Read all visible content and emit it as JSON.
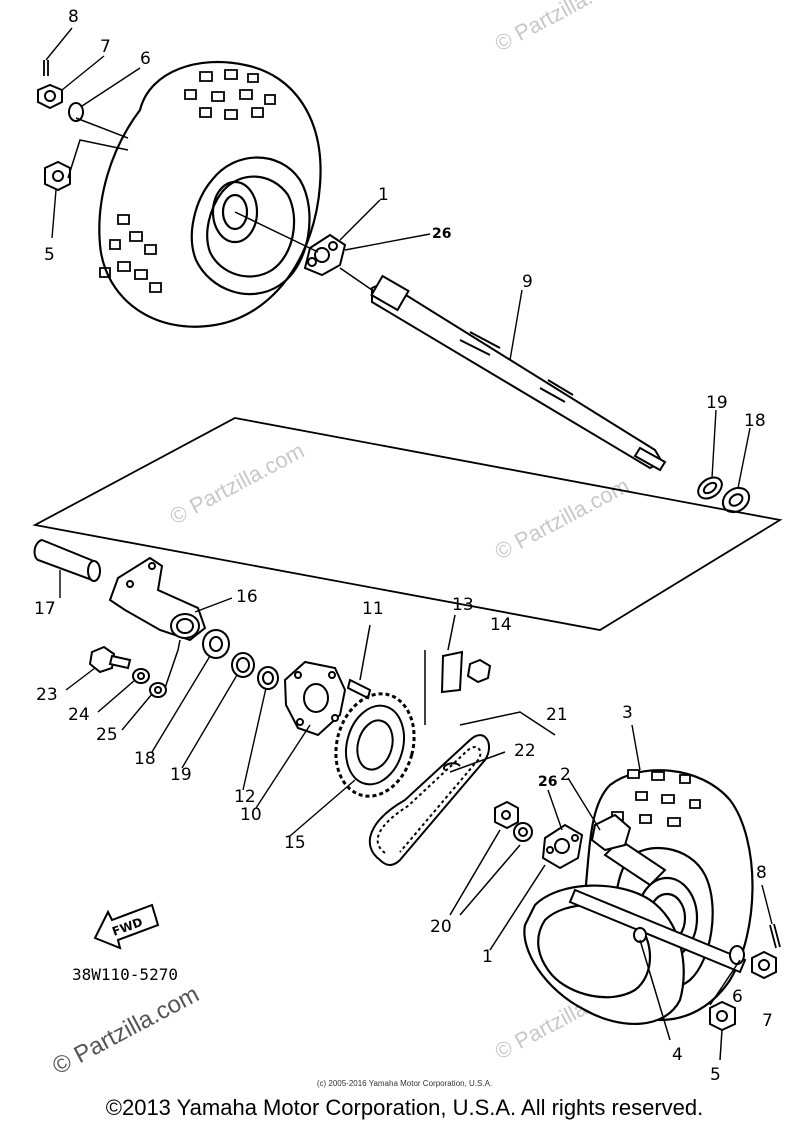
{
  "watermarks": [
    "© Partzilla.com",
    "© Partzilla.com",
    "© Partzilla.com",
    "© Partzilla.com",
    "© Partzilla.com"
  ],
  "part_number": "38W110-5270",
  "fwd_label": "FWD",
  "callouts": {
    "c8a": "8",
    "c7a": "7",
    "c6a": "6",
    "c5a": "5",
    "c1a": "1",
    "c26a": "26",
    "c9": "9",
    "c19a": "19",
    "c18a": "18",
    "c17": "17",
    "c16": "16",
    "c11": "11",
    "c13": "13",
    "c14": "14",
    "c23": "23",
    "c24": "24",
    "c25": "25",
    "c18b": "18",
    "c19b": "19",
    "c12": "12",
    "c10": "10",
    "c15": "15",
    "c21": "21",
    "c22": "22",
    "c3": "3",
    "c26b": "26",
    "c2": "2",
    "c20": "20",
    "c1b": "1",
    "c8b": "8",
    "c6b": "6",
    "c7b": "7",
    "c4": "4",
    "c5b": "5"
  },
  "footer": {
    "small": "(c) 2005-2016 Yamaha Motor Corporation, U.S.A.",
    "copyright": "©2013 Yamaha Motor Corporation, U.S.A. All rights reserved."
  }
}
